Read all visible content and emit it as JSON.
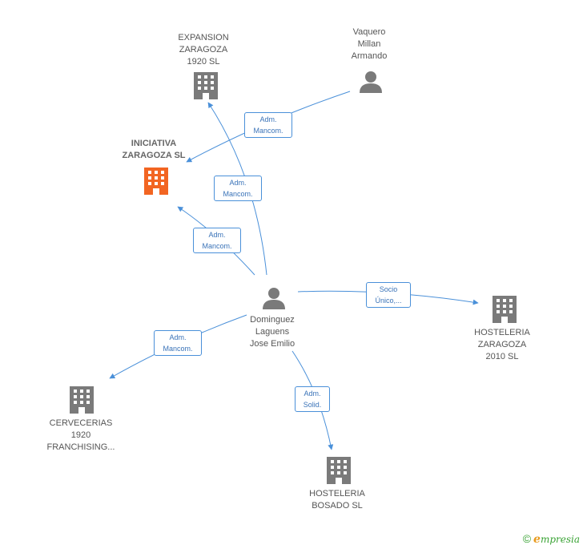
{
  "nodes": {
    "expansion": {
      "lines": [
        "EXPANSION",
        "ZARAGOZA",
        "1920  SL"
      ],
      "type": "company"
    },
    "vaquero": {
      "lines": [
        "Vaquero",
        "Millan",
        "Armando"
      ],
      "type": "person"
    },
    "iniciativa": {
      "lines": [
        "INICIATIVA",
        "ZARAGOZA SL"
      ],
      "type": "company",
      "highlighted": true
    },
    "dominguez": {
      "lines": [
        "Dominguez",
        "Laguens",
        "Jose Emilio"
      ],
      "type": "person"
    },
    "hosteleria_2010": {
      "lines": [
        "HOSTELERIA",
        "ZARAGOZA",
        "2010 SL"
      ],
      "type": "company"
    },
    "cervecerias": {
      "lines": [
        "CERVECERIAS",
        "1920",
        "FRANCHISING..."
      ],
      "type": "company"
    },
    "hosteleria_bosado": {
      "lines": [
        "HOSTELERIA",
        "BOSADO SL"
      ],
      "type": "company"
    }
  },
  "edges": {
    "vaquero_iniciativa": {
      "from": "vaquero",
      "to": "iniciativa",
      "lines": [
        "Adm.",
        "Mancom."
      ]
    },
    "dominguez_expansion": {
      "from": "dominguez",
      "to": "expansion",
      "lines": [
        "Adm.",
        "Mancom."
      ]
    },
    "dominguez_iniciativa": {
      "from": "dominguez",
      "to": "iniciativa",
      "lines": [
        "Adm.",
        "Mancom."
      ]
    },
    "dominguez_hosteleria_2010": {
      "from": "dominguez",
      "to": "hosteleria_2010",
      "lines": [
        "Socio",
        "Único,..."
      ]
    },
    "dominguez_cervecerias": {
      "from": "dominguez",
      "to": "cervecerias",
      "lines": [
        "Adm.",
        "Mancom."
      ]
    },
    "dominguez_bosado": {
      "from": "dominguez",
      "to": "hosteleria_bosado",
      "lines": [
        "Adm.",
        "Solid."
      ]
    }
  },
  "footer": {
    "copyright": "©",
    "brand_first": "e",
    "brand_rest": "mpresia"
  },
  "colors": {
    "company": "#7a7a7a",
    "highlight": "#f26522",
    "person": "#7a7a7a",
    "edge": "#4a90d9",
    "edge_text": "#3a73b8"
  },
  "icons": {
    "company": "building-icon",
    "person": "person-icon"
  }
}
